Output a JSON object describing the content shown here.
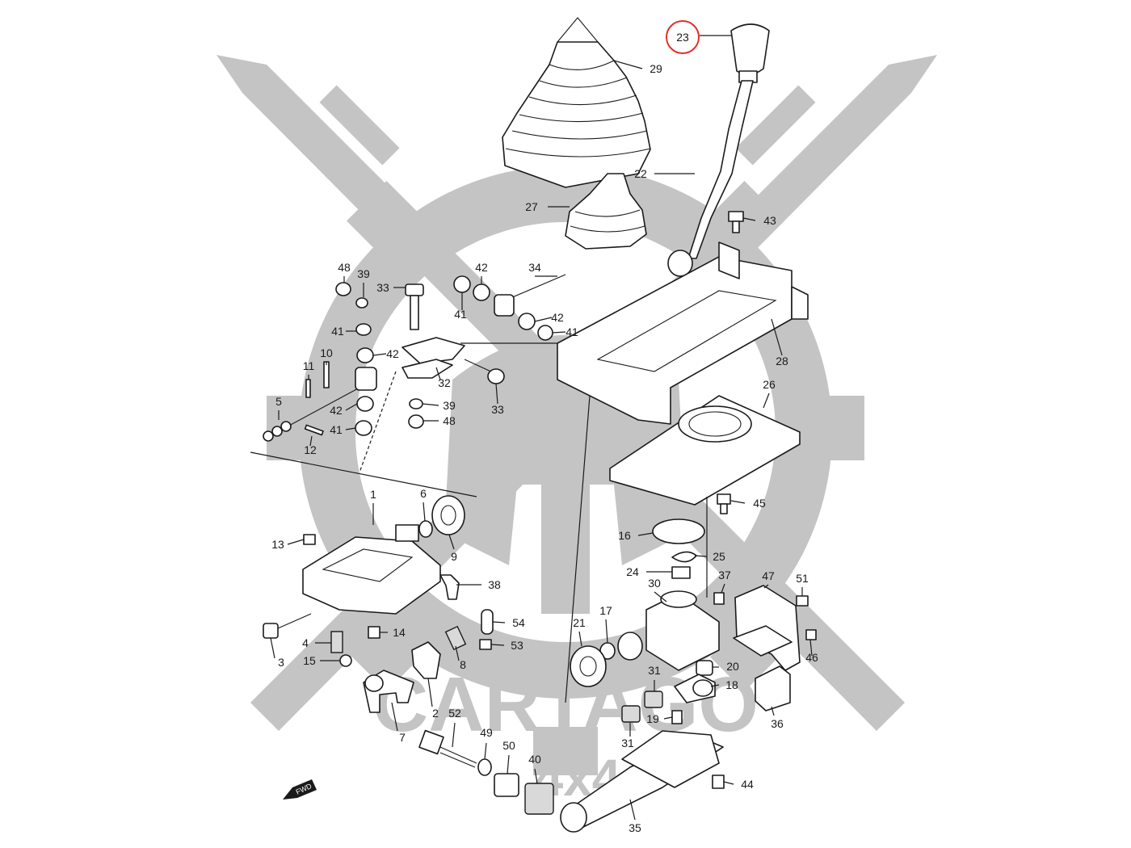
{
  "watermark": {
    "brand": "CARTAGO",
    "sub": "4x4",
    "color": "#c4c4c4"
  },
  "fwd_label": "FWD",
  "highlight": {
    "part": "23",
    "color": "#e0302a"
  },
  "callouts": [
    {
      "id": "c23",
      "text": "23"
    },
    {
      "id": "c29",
      "text": "29"
    },
    {
      "id": "c22",
      "text": "22"
    },
    {
      "id": "c27",
      "text": "27"
    },
    {
      "id": "c43",
      "text": "43"
    },
    {
      "id": "c48a",
      "text": "48"
    },
    {
      "id": "c39a",
      "text": "39"
    },
    {
      "id": "c33a",
      "text": "33"
    },
    {
      "id": "c42a",
      "text": "42"
    },
    {
      "id": "c41a",
      "text": "41"
    },
    {
      "id": "c34",
      "text": "34"
    },
    {
      "id": "c42b",
      "text": "42"
    },
    {
      "id": "c41b",
      "text": "41"
    },
    {
      "id": "c41c",
      "text": "41"
    },
    {
      "id": "c42c",
      "text": "42"
    },
    {
      "id": "c28",
      "text": "28"
    },
    {
      "id": "c10",
      "text": "10"
    },
    {
      "id": "c11",
      "text": "11"
    },
    {
      "id": "c32",
      "text": "32"
    },
    {
      "id": "c33b",
      "text": "33"
    },
    {
      "id": "c5",
      "text": "5"
    },
    {
      "id": "c42d",
      "text": "42"
    },
    {
      "id": "c39b",
      "text": "39"
    },
    {
      "id": "c48b",
      "text": "48"
    },
    {
      "id": "c41d",
      "text": "41"
    },
    {
      "id": "c12",
      "text": "12"
    },
    {
      "id": "c26",
      "text": "26"
    },
    {
      "id": "c1",
      "text": "1"
    },
    {
      "id": "c6",
      "text": "6"
    },
    {
      "id": "c45",
      "text": "45"
    },
    {
      "id": "c13",
      "text": "13"
    },
    {
      "id": "c9",
      "text": "9"
    },
    {
      "id": "c16",
      "text": "16"
    },
    {
      "id": "c25",
      "text": "25"
    },
    {
      "id": "c24",
      "text": "24"
    },
    {
      "id": "c30",
      "text": "30"
    },
    {
      "id": "c37",
      "text": "37"
    },
    {
      "id": "c47",
      "text": "47"
    },
    {
      "id": "c51",
      "text": "51"
    },
    {
      "id": "c38",
      "text": "38"
    },
    {
      "id": "c21",
      "text": "21"
    },
    {
      "id": "c17",
      "text": "17"
    },
    {
      "id": "c54",
      "text": "54"
    },
    {
      "id": "c14",
      "text": "14"
    },
    {
      "id": "c53",
      "text": "53"
    },
    {
      "id": "c46",
      "text": "46"
    },
    {
      "id": "c4",
      "text": "4"
    },
    {
      "id": "c15",
      "text": "15"
    },
    {
      "id": "c8",
      "text": "8"
    },
    {
      "id": "c3",
      "text": "3"
    },
    {
      "id": "c20",
      "text": "20"
    },
    {
      "id": "c31a",
      "text": "31"
    },
    {
      "id": "c18",
      "text": "18"
    },
    {
      "id": "c2",
      "text": "2"
    },
    {
      "id": "c19",
      "text": "19"
    },
    {
      "id": "c36",
      "text": "36"
    },
    {
      "id": "c52",
      "text": "52"
    },
    {
      "id": "c7",
      "text": "7"
    },
    {
      "id": "c31b",
      "text": "31"
    },
    {
      "id": "c49",
      "text": "49"
    },
    {
      "id": "c50",
      "text": "50"
    },
    {
      "id": "c40",
      "text": "40"
    },
    {
      "id": "c44",
      "text": "44"
    },
    {
      "id": "c35",
      "text": "35"
    }
  ]
}
